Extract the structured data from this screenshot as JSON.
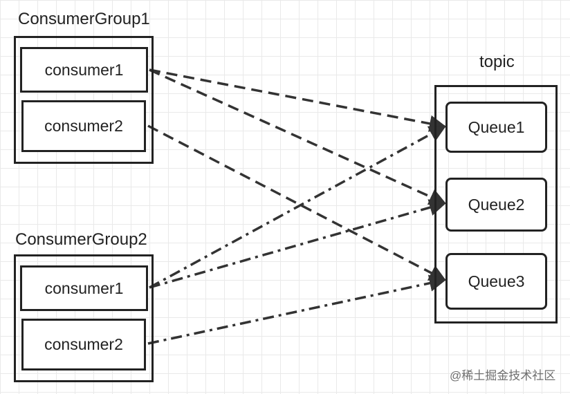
{
  "diagram": {
    "groups": [
      {
        "label": "ConsumerGroup1",
        "consumers": [
          "consumer1",
          "consumer2"
        ]
      },
      {
        "label": "ConsumerGroup2",
        "consumers": [
          "consumer1",
          "consumer2"
        ]
      }
    ],
    "topic": {
      "label": "topic",
      "queues": [
        "Queue1",
        "Queue2",
        "Queue3"
      ]
    },
    "edges": [
      {
        "from": "group1.consumer1",
        "to": "queue1",
        "style": "dashed"
      },
      {
        "from": "group1.consumer1",
        "to": "queue2",
        "style": "dashed"
      },
      {
        "from": "group1.consumer2",
        "to": "queue3",
        "style": "dashed"
      },
      {
        "from": "group2.consumer1",
        "to": "queue1",
        "style": "dash-dot"
      },
      {
        "from": "group2.consumer1",
        "to": "queue2",
        "style": "dash-dot"
      },
      {
        "from": "group2.consumer2",
        "to": "queue3",
        "style": "dash-dot"
      }
    ],
    "line_color": "#333333",
    "box_border_color": "#222222",
    "grid_color": "#e9e9e9"
  },
  "watermark": "@稀土掘金技术社区"
}
